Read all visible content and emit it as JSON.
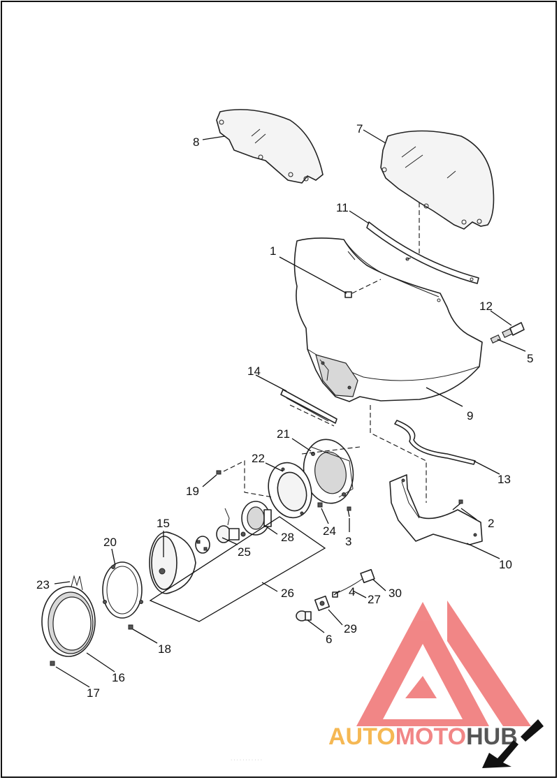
{
  "callouts": [
    {
      "id": "c1",
      "label": "1"
    },
    {
      "id": "c2",
      "label": "2"
    },
    {
      "id": "c3",
      "label": "3"
    },
    {
      "id": "c4",
      "label": "4"
    },
    {
      "id": "c5",
      "label": "5"
    },
    {
      "id": "c6",
      "label": "6"
    },
    {
      "id": "c7",
      "label": "7"
    },
    {
      "id": "c8",
      "label": "8"
    },
    {
      "id": "c9",
      "label": "9"
    },
    {
      "id": "c10",
      "label": "10"
    },
    {
      "id": "c11",
      "label": "11"
    },
    {
      "id": "c12",
      "label": "12"
    },
    {
      "id": "c13",
      "label": "13"
    },
    {
      "id": "c14",
      "label": "14"
    },
    {
      "id": "c15",
      "label": "15"
    },
    {
      "id": "c16",
      "label": "16"
    },
    {
      "id": "c17",
      "label": "17"
    },
    {
      "id": "c18",
      "label": "18"
    },
    {
      "id": "c19",
      "label": "19"
    },
    {
      "id": "c20",
      "label": "20"
    },
    {
      "id": "c21",
      "label": "21"
    },
    {
      "id": "c22",
      "label": "22"
    },
    {
      "id": "c23",
      "label": "23"
    },
    {
      "id": "c24",
      "label": "24"
    },
    {
      "id": "c25",
      "label": "25"
    },
    {
      "id": "c26",
      "label": "26"
    },
    {
      "id": "c27",
      "label": "27"
    },
    {
      "id": "c28",
      "label": "28"
    },
    {
      "id": "c29",
      "label": "29"
    },
    {
      "id": "c30",
      "label": "30"
    }
  ],
  "watermark": {
    "brand_part1": "AUTO",
    "brand_part2": "MOTO",
    "brand_part3": "HUB",
    "colors": {
      "red": "#f07a7a",
      "orange": "#f5b142",
      "gray": "#444444"
    }
  },
  "footer_text": "· · · · · ·  · · · · ·"
}
